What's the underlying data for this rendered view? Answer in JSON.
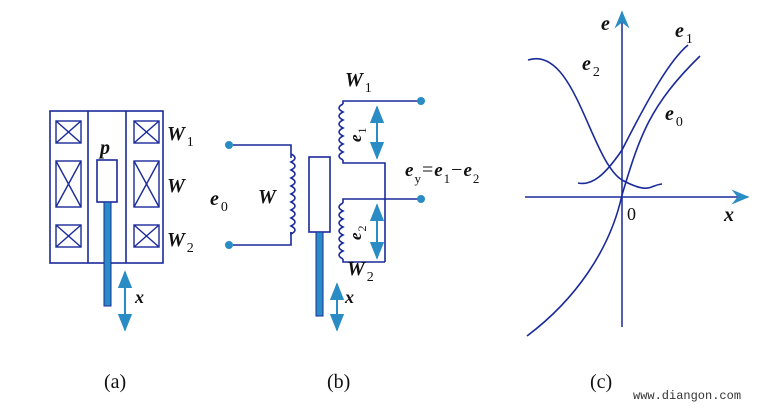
{
  "colors": {
    "ink": "#1a2a9a",
    "rod": "#2a8cc4",
    "dot": "#2a8cc4",
    "arrow": "#2a8cc4",
    "text": "#111111"
  },
  "panel_a": {
    "caption": "(a)",
    "plunger_label": "p",
    "coil_top": {
      "main": "W",
      "sub": "1"
    },
    "coil_mid": {
      "main": "W",
      "sub": ""
    },
    "coil_bot": {
      "main": "W",
      "sub": "2"
    },
    "displacement": "x"
  },
  "panel_b": {
    "caption": "(b)",
    "input_label": {
      "main": "e",
      "sub": "0"
    },
    "primary_coil": {
      "main": "W",
      "sub": ""
    },
    "sec_top": {
      "main": "W",
      "sub": "1"
    },
    "sec_bot": {
      "main": "W",
      "sub": "2"
    },
    "e1": {
      "main": "e",
      "sub": "1"
    },
    "e2": {
      "main": "e",
      "sub": "2"
    },
    "output": {
      "lhs": "e",
      "lhs_sub": "y",
      "eq": "=",
      "t1": "e",
      "t1_sub": "1",
      "minus": "−",
      "t2": "e",
      "t2_sub": "2"
    },
    "displacement": "x"
  },
  "panel_c": {
    "caption": "(c)",
    "y_axis": "e",
    "x_axis": "x",
    "origin": "0",
    "curve_e1": {
      "main": "e",
      "sub": "1"
    },
    "curve_e2": {
      "main": "e",
      "sub": "2"
    },
    "curve_e0": {
      "main": "e",
      "sub": "0"
    }
  },
  "watermark": "www.diangon.com"
}
